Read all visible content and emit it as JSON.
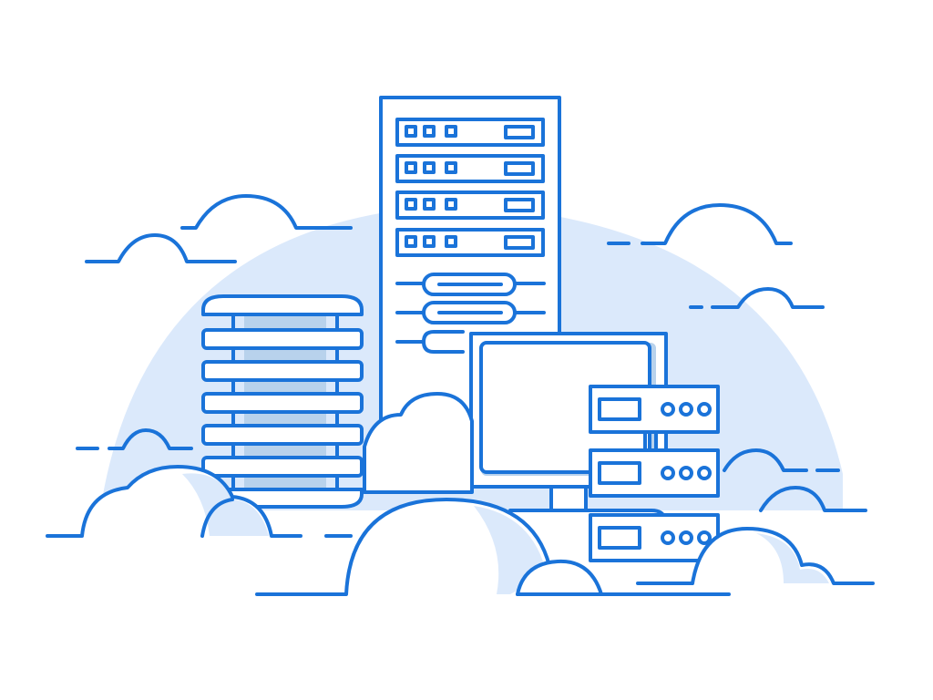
{
  "illustration": {
    "subject": "servers-in-the-cloud",
    "colors": {
      "stroke": "#1a73d9",
      "background_dome": "#dbe9fb",
      "shade": "#b8d2ec",
      "fill": "#ffffff"
    },
    "elements": {
      "tower_server_units": 4,
      "tower_connectors": 3,
      "radiator_slats": 6,
      "rack_units": 3,
      "rack_unit_leds": 3
    }
  }
}
